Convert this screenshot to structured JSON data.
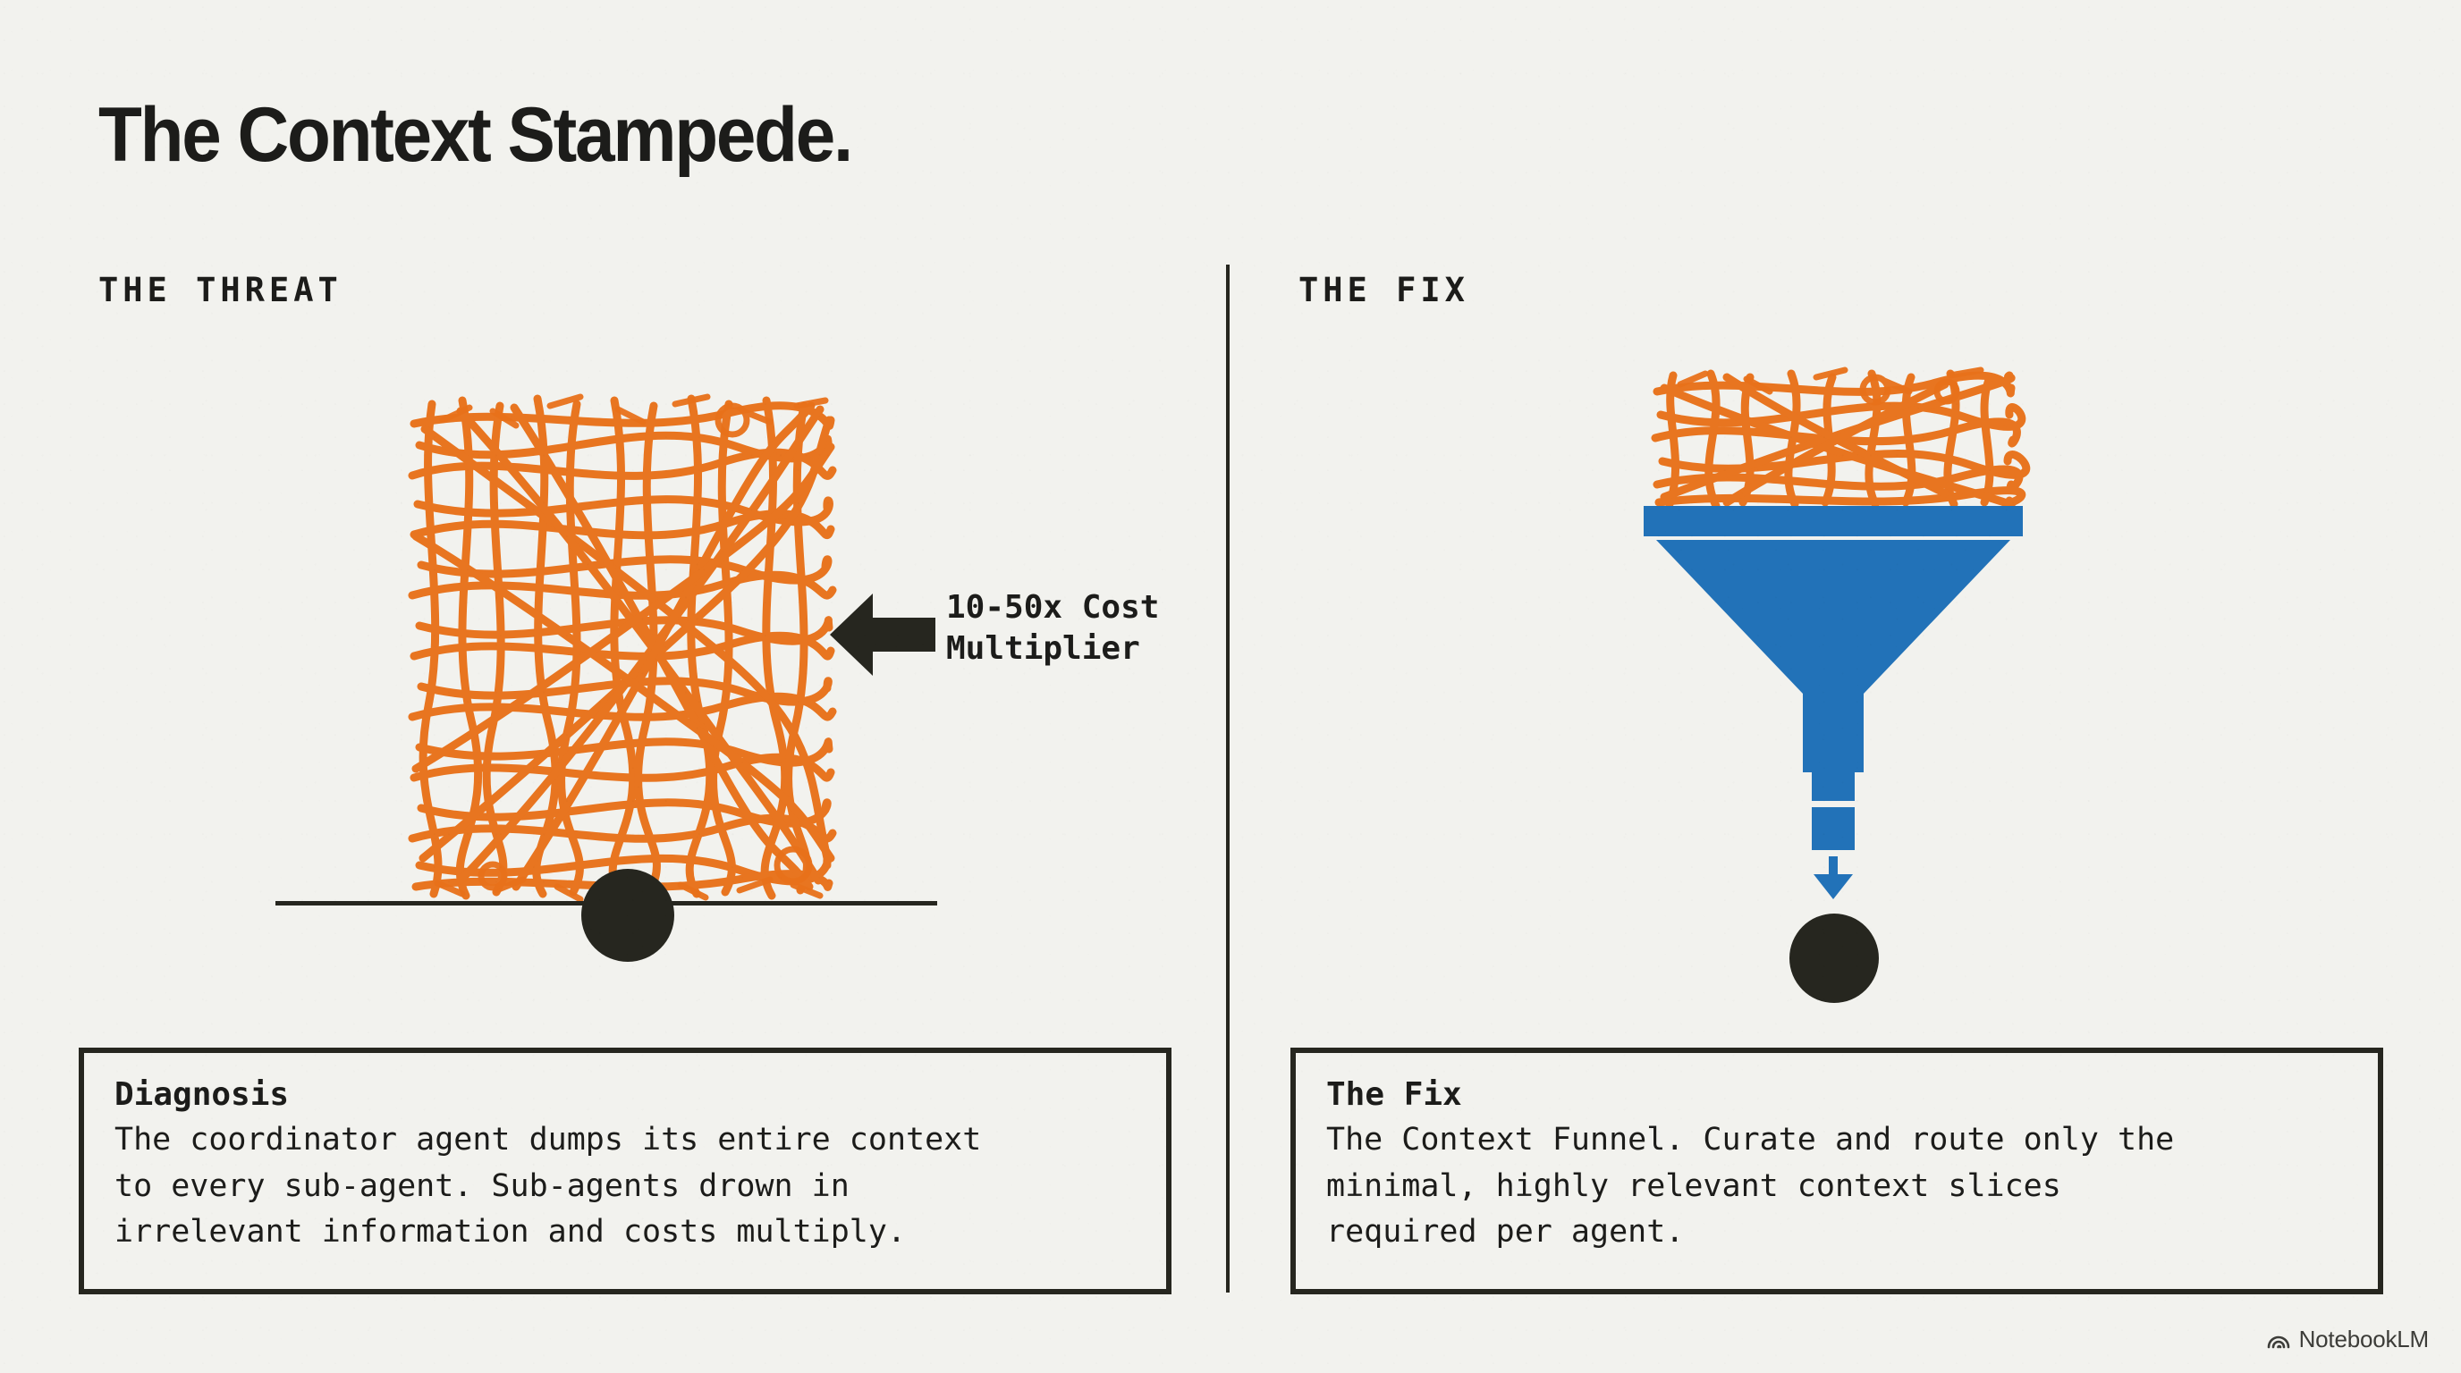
{
  "title": "The Context Stampede.",
  "columns": {
    "left_label": "THE THREAT",
    "right_label": "THE FIX"
  },
  "annotations": {
    "cost_multiplier": "10-50x Cost\nMultiplier"
  },
  "captions": {
    "left": {
      "heading": "Diagnosis",
      "body": "The coordinator agent dumps its entire context\nto every sub-agent. Sub-agents drown in\nirrelevant information and costs multiply."
    },
    "right": {
      "heading": "The Fix",
      "body": "The Context Funnel. Curate and route only the\nminimal, highly relevant context slices\nrequired per agent."
    }
  },
  "watermark": {
    "label": "NotebookLM",
    "icon": "notebooklm-spiral-icon"
  },
  "colors": {
    "background": "#f2f2ee",
    "ink": "#1c1c1a",
    "scribble_orange": "#e8711a",
    "funnel_blue": "#2272b8",
    "ball_black": "#26261f"
  },
  "graphics": {
    "left": {
      "scribble_mass": "dense-orange-scribble-block",
      "ball": "black-ball",
      "ground": "horizontal-rule",
      "arrow": "left-pointing-arrow"
    },
    "right": {
      "scribble_mass": "orange-scribble-heap",
      "funnel_bar": "funnel-rim",
      "funnel_cone": "funnel-cone",
      "chips": [
        "context-slice-1",
        "context-slice-2"
      ],
      "arrow": "down-arrow",
      "ball": "black-ball"
    }
  }
}
